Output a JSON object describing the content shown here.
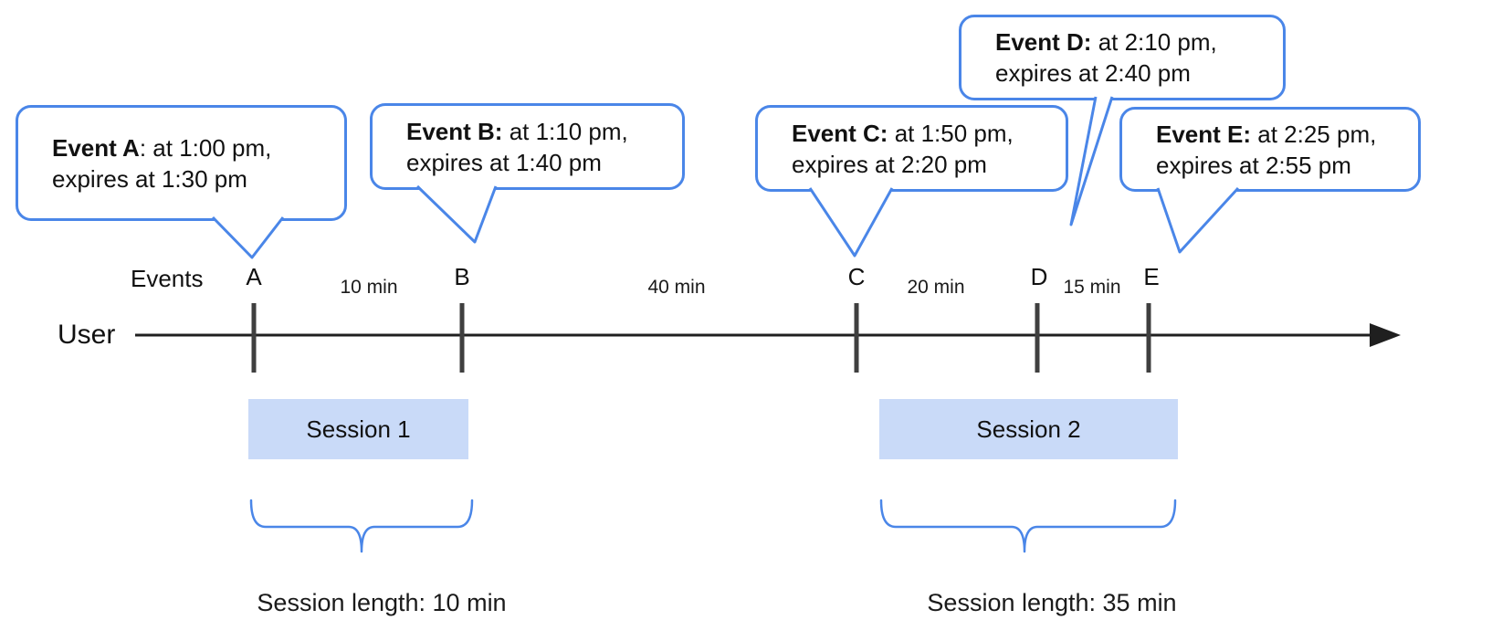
{
  "colors": {
    "accent_blue": "#4a86e8",
    "session_fill": "#c9daf8",
    "timeline_ink": "#1f1f1f",
    "tick_gray": "#3f3f3f"
  },
  "bubbles": [
    {
      "bold": "Event A",
      "rest": ": at 1:00 pm,",
      "line2": "expires at 1:30 pm"
    },
    {
      "bold": "Event B:",
      "rest": " at 1:10 pm,",
      "line2": "expires at 1:40 pm"
    },
    {
      "bold": "Event C:",
      "rest": " at 1:50 pm,",
      "line2": "expires at 2:20 pm"
    },
    {
      "bold": "Event D:",
      "rest": " at 2:10 pm,",
      "line2": "expires at 2:40 pm"
    },
    {
      "bold": "Event E:",
      "rest": " at 2:25 pm,",
      "line2": "expires at 2:55 pm"
    }
  ],
  "timeline": {
    "events_label": "Events",
    "user_label": "User",
    "tick_labels": [
      "A",
      "B",
      "C",
      "D",
      "E"
    ],
    "intervals": [
      "10 min",
      "40 min",
      "20 min",
      "15 min"
    ]
  },
  "sessions": [
    {
      "label": "Session 1",
      "length": "Session length: 10 min"
    },
    {
      "label": "Session 2",
      "length": "Session length: 35 min"
    }
  ]
}
